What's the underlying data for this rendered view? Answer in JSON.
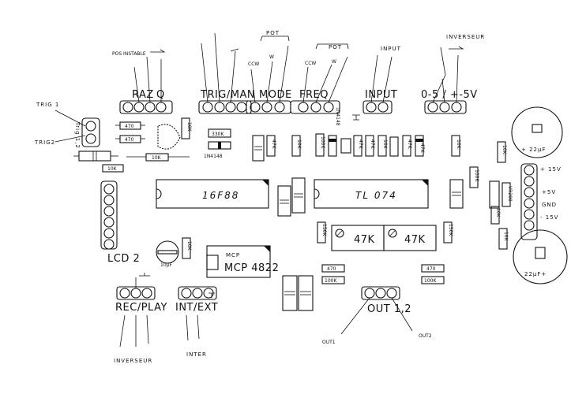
{
  "labels": {
    "raz": "RAZ",
    "q": "Q",
    "trig_man": "TRIG/MAN",
    "mode": "MODE",
    "freq": "FREQ",
    "input": "INPUT",
    "range": "0-5 / +-5V",
    "trig1": "TRIG 1",
    "trig2": "TRIG2",
    "trig12": "Trig 1,2",
    "lcd2": "LCD 2",
    "rec_play": "REC/PLAY",
    "int_ext": "INT/EXT",
    "out12": "OUT 1,2",
    "out1": "OUT1",
    "out2": "OUT2",
    "inverseur_top": "INVERSEUR",
    "inverseur_bottom": "INVERSEUR",
    "inter": "INTER",
    "pos_instable": "POS INSTABLE",
    "pot1": "POT",
    "pot2": "POT",
    "ccw1": "CCW",
    "ccw2": "CCW",
    "w1": "W",
    "w2": "W",
    "input_wire": "INPUT",
    "plus15": "+ 15V",
    "plus5": "+5V",
    "gnd": "GND",
    "minus15": "- 15V"
  },
  "components": {
    "ic1": "16F88",
    "ic2": "TL 074",
    "ic3": "MCP 4822",
    "trim1": "47K",
    "trim2": "47K",
    "reg": "VR200",
    "cap_top": "+ 22µF",
    "cap_bottom": "22µF+",
    "cap_small": "10µF",
    "diode_label": "1N4148",
    "diode_label2": "1N4148"
  },
  "resistors": {
    "r_470a": "470",
    "r_470b": "470",
    "r_10k_a": "10K",
    "r_10k_b": "10K",
    "r_10k_c": "10K",
    "r_330k": "330K",
    "r_10k_v1": "10K",
    "r_47k": "47K",
    "r_10k_v2": "10K",
    "r_100k_v1": "100K",
    "r_47k_v1": "47K",
    "r_47k_v2": "47K",
    "r_10k_v3": "10K",
    "r_47k_v3": "47K",
    "r_47k_v4": "47K",
    "r_10k_v4": "10K",
    "r_100k_v2": "100K",
    "r_100k_v3": "100K",
    "r_10k_v5": "10K",
    "r_150k": "150K",
    "r_150k_b": "150K",
    "r_470c": "470",
    "r_100k_h1": "100K",
    "r_470d": "470",
    "r_100k_h2": "100K",
    "r_10k_v6": "10K",
    "r_10k_v7": "10K",
    "r_10k_lcd": "10K"
  }
}
